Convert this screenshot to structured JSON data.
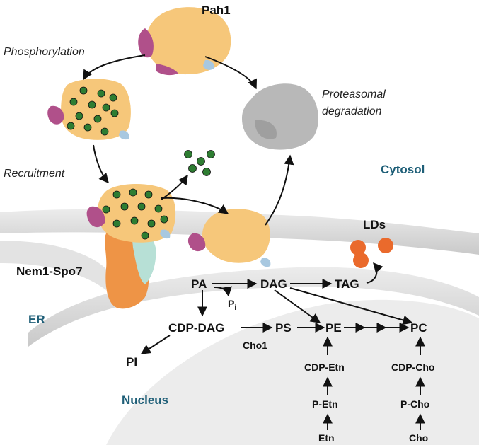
{
  "proteins": {
    "pah1": "Pah1",
    "complex": "Nem1-Spo7"
  },
  "processes": {
    "phosphorylation": "Phosphorylation",
    "recruitment": "Recruitment",
    "degradation_line1": "Proteasomal",
    "degradation_line2": "degradation"
  },
  "compartments": {
    "cytosol": "Cytosol",
    "er": "ER",
    "nucleus": "Nucleus",
    "lds": "LDs"
  },
  "metabolites": {
    "pa": "PA",
    "dag": "DAG",
    "tag": "TAG",
    "pi_p": "P",
    "pi_sub": "i",
    "cdp_dag": "CDP-DAG",
    "ps": "PS",
    "pe": "PE",
    "pc": "PC",
    "pi": "PI",
    "cho1": "Cho1",
    "cdp_etn": "CDP-Etn",
    "cdp_cho": "CDP-Cho",
    "p_etn": "P-Etn",
    "p_cho": "P-Cho",
    "etn": "Etn",
    "cho": "Cho"
  },
  "colors": {
    "pah1_body": "#f6c77a",
    "pah1_accent": "#b0508a",
    "phosphate": "#2e7d32",
    "degraded": "#b8b8b8",
    "lipid_droplet": "#ea6a2c",
    "nem1": "#ee9446",
    "spo7": "#b7e0d6",
    "membrane": "#d4d4d4",
    "compartment_text": "#1f5f78"
  }
}
